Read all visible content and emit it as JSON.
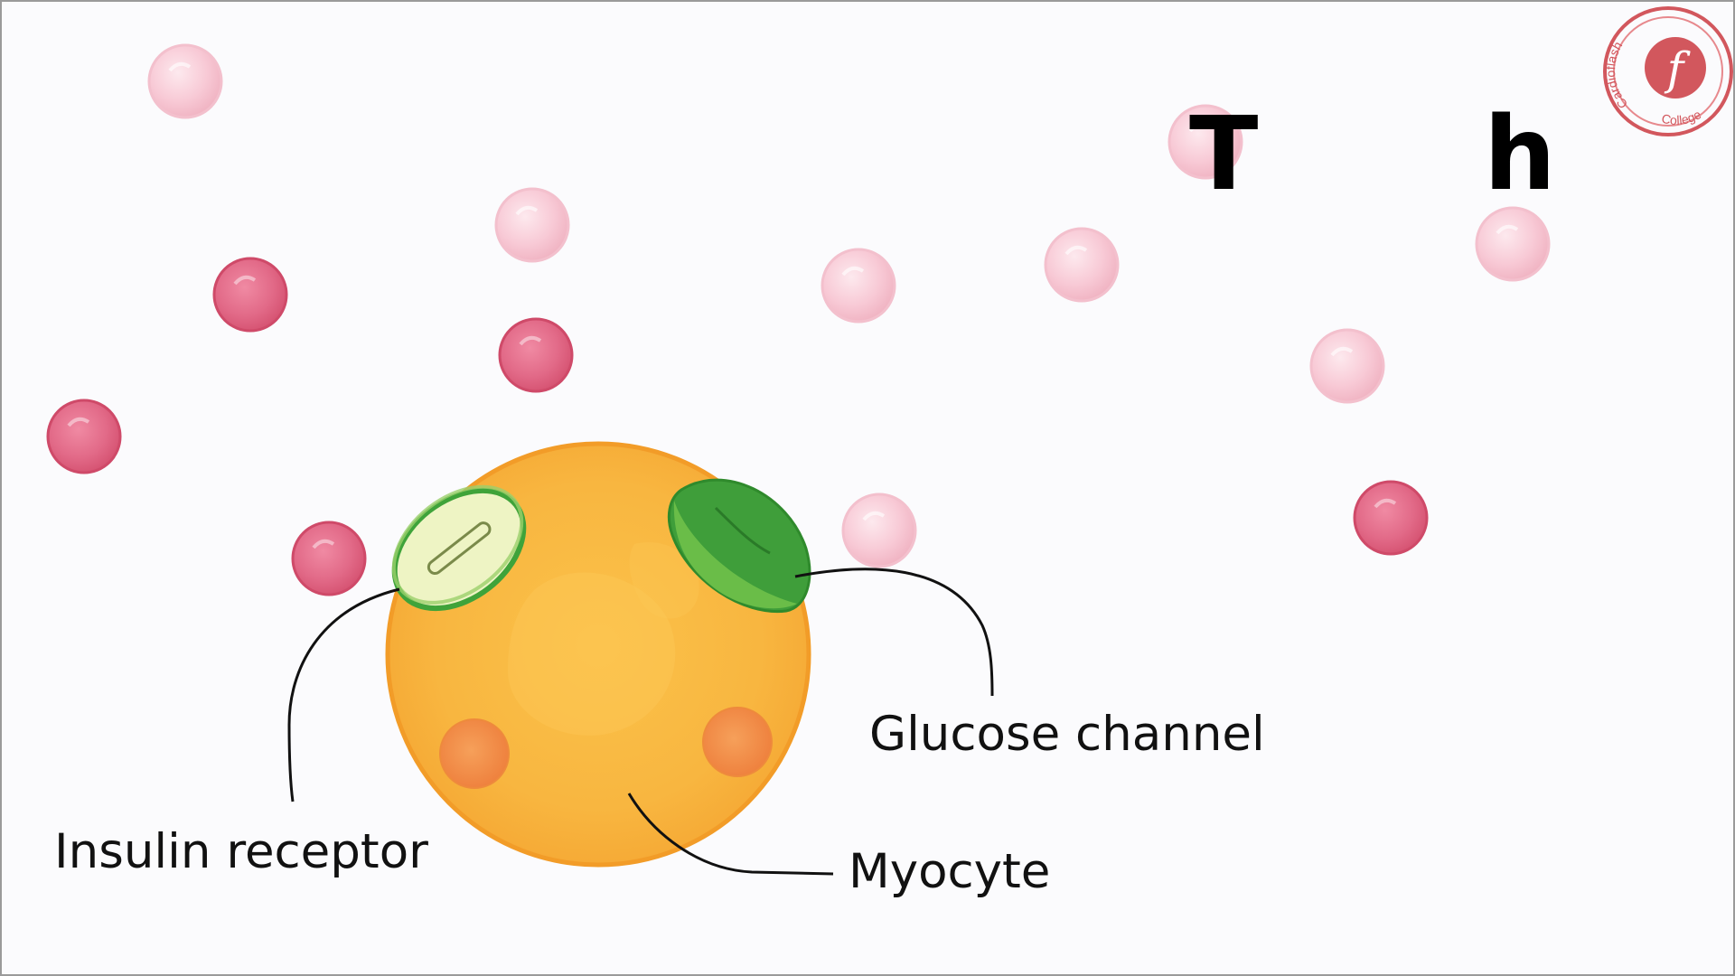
{
  "title_letters": [
    "T",
    "h"
  ],
  "labels": {
    "insulin_receptor": "Insulin receptor",
    "glucose_channel": "Glucose channel",
    "myocyte": "Myocyte"
  },
  "logo": {
    "left_text": "Cardioflash",
    "right_text": "College",
    "glyph": "f"
  },
  "colors": {
    "background": "#fbfbfd",
    "cell_fill": "#f7b33f",
    "cell_stroke": "#f29c28",
    "glucose_light": "#f7c9d3",
    "glucose_dark": "#dd5c7c",
    "receptor_green": "#43a83d",
    "receptor_fill": "#eaf2c0",
    "channel_green": "#46a93f",
    "organelle": "#f28c45",
    "logo_red": "#d2575d"
  }
}
